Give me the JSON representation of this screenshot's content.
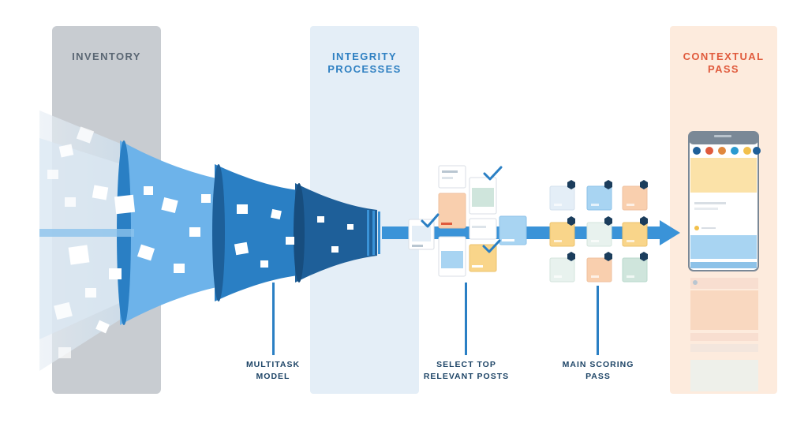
{
  "columns": {
    "inventory": "INVENTORY",
    "integrity": {
      "line1": "INTEGRITY",
      "line2": "PROCESSES"
    },
    "contextual": {
      "line1": "CONTEXTUAL",
      "line2": "PASS"
    }
  },
  "steps": {
    "multitask": {
      "line1": "MULTITASK",
      "line2": "MODEL"
    },
    "select": {
      "line1": "SELECT TOP",
      "line2": "RELEVANT POSTS"
    },
    "scoring": {
      "line1": "MAIN SCORING",
      "line2": "PASS"
    }
  },
  "colors": {
    "inventory_panel": "#c8ccd1",
    "integrity_panel": "#e4eef7",
    "contextual_panel": "#fdebdd",
    "inventory_title": "#5a6673",
    "integrity_title": "#2f80c2",
    "contextual_title": "#e05a3c",
    "funnel_dark": "#1e5f99",
    "funnel_mid": "#2a7fc4",
    "funnel_light": "#5aa9e6",
    "arrow": "#3a93d8",
    "card_peach": "#f9cfae",
    "card_yellow": "#f9d58a",
    "card_blue": "#a8d4f2",
    "card_green": "#cfe5dc",
    "hex_badge": "#1b3d5c"
  },
  "icons": [
    "checkmark-icon",
    "hexagon-badge-icon",
    "arrow-right-icon",
    "phone-icon"
  ]
}
